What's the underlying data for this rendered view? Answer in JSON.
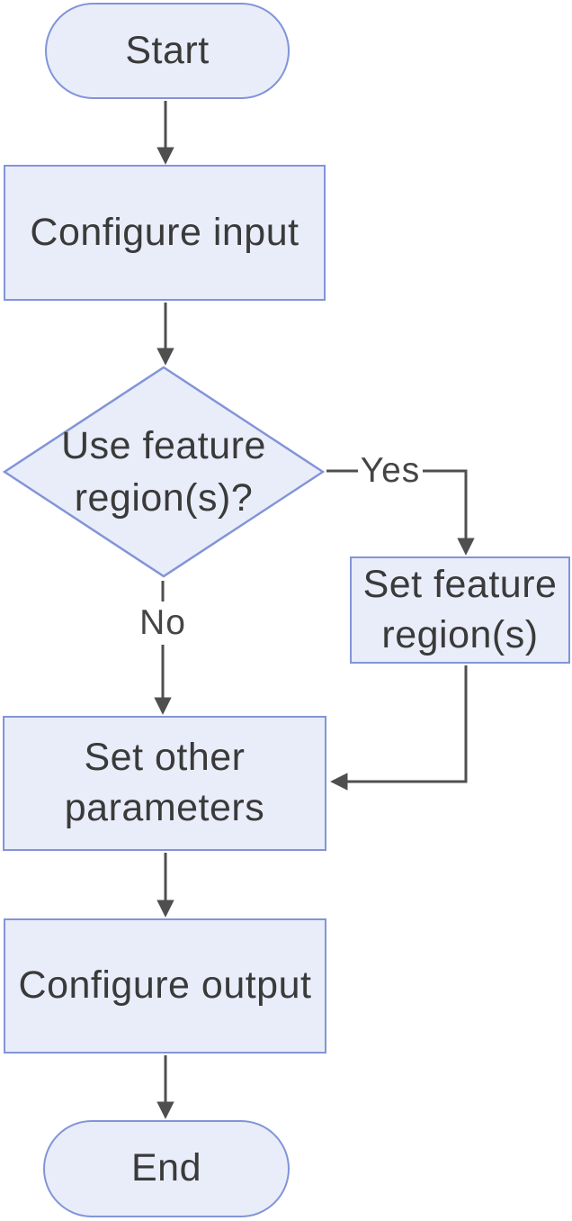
{
  "nodes": {
    "start": {
      "label": "Start",
      "shape": "terminator"
    },
    "configure_input": {
      "label": "Configure input",
      "shape": "process"
    },
    "use_feature_regions": {
      "label": "Use feature\nregion(s)?",
      "shape": "decision"
    },
    "set_feature_regions": {
      "label": "Set feature\nregion(s)",
      "shape": "process"
    },
    "set_other_parameters": {
      "label": "Set other\nparameters",
      "shape": "process"
    },
    "configure_output": {
      "label": "Configure output",
      "shape": "process"
    },
    "end": {
      "label": "End",
      "shape": "terminator"
    }
  },
  "edges": {
    "yes_label": "Yes",
    "no_label": "No"
  },
  "colors": {
    "node_fill": "#e9edf9",
    "node_border": "#8294d8",
    "node_text": "#3a3a3a",
    "connector_color": "#4f4f4f",
    "edge_label_color": "#454545"
  }
}
